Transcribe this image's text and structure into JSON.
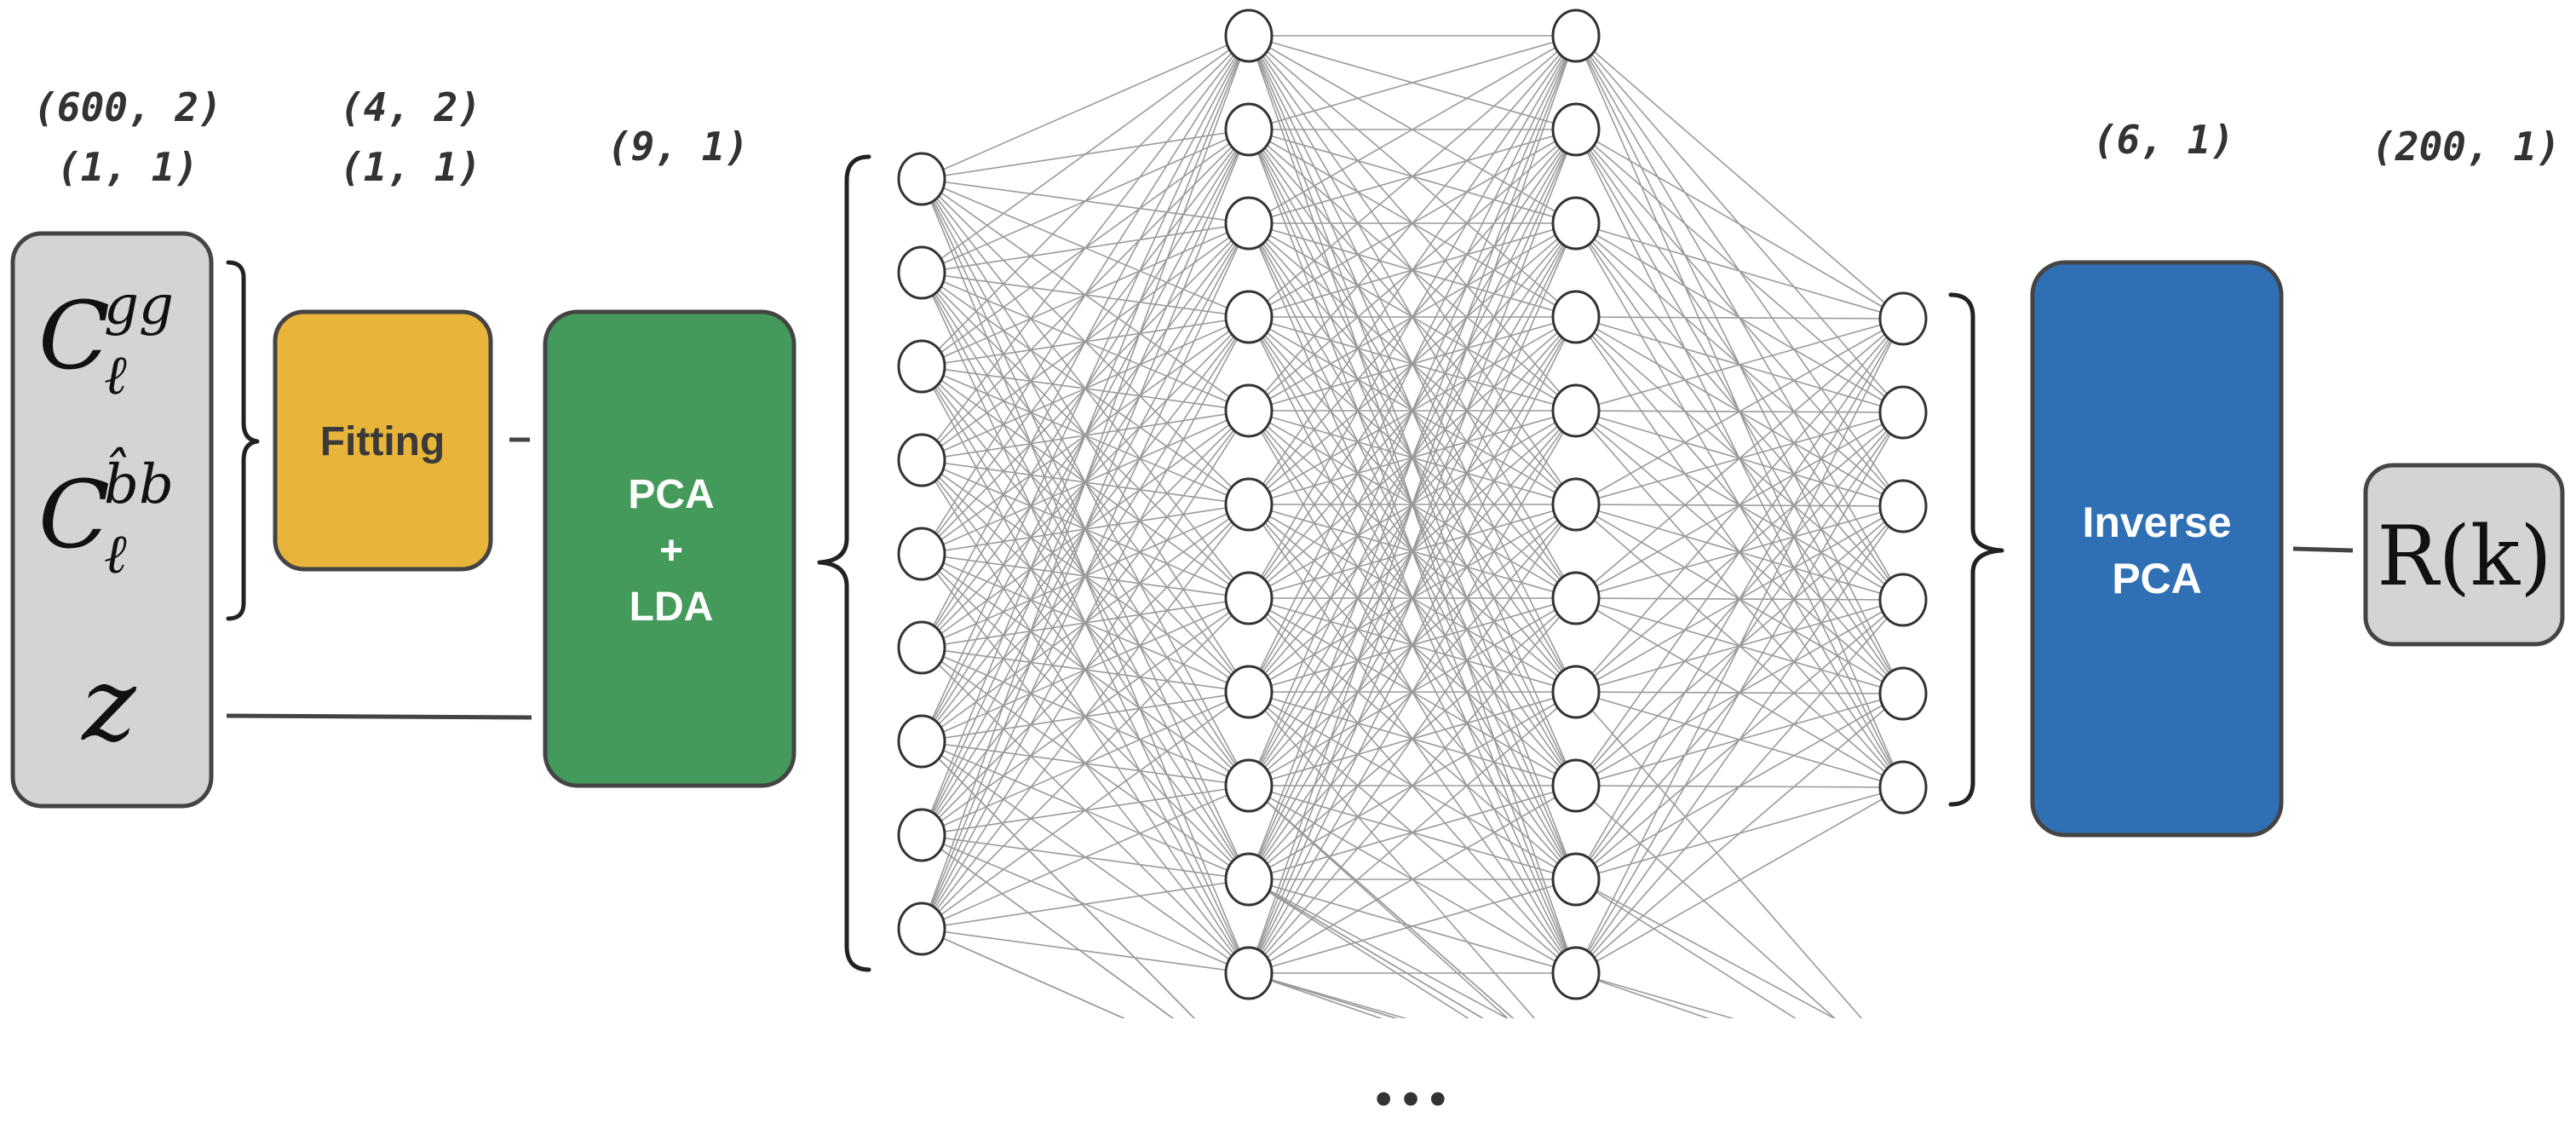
{
  "diagram": {
    "dimensions": {
      "input_spectra_line1": "(600, 2)",
      "input_spectra_line2": "(1, 1)",
      "fitting_line1": "(4, 2)",
      "fitting_line2": "(1, 1)",
      "pca_lda": "(9, 1)",
      "network_output": "(6, 1)",
      "result": "(200, 1)"
    },
    "input_box": {
      "cgg_symbol": "C",
      "cgg_superscript": "gg",
      "cgg_subscript": "ℓ",
      "cbb_symbol": "C",
      "cbb_superscript": "b̂b",
      "cbb_subscript": "ℓ",
      "z_symbol": "z"
    },
    "fitting_box": {
      "label": "Fitting"
    },
    "pca_box": {
      "line1": "PCA",
      "line2": "+",
      "line3": "LDA"
    },
    "inverse_pca_box": {
      "line1": "Inverse",
      "line2": "PCA"
    },
    "output_box": {
      "label": "R(k)"
    },
    "ellipsis": "•••",
    "colors": {
      "input_box": "#d4d4d4",
      "fitting_box": "#e8b43a",
      "pca_box": "#449a5b",
      "inverse_pca_box": "#2f70b5",
      "output_box": "#d4d4d4",
      "edge": "#9a9a9a"
    },
    "network_layers": [
      9,
      11,
      11,
      6
    ]
  }
}
